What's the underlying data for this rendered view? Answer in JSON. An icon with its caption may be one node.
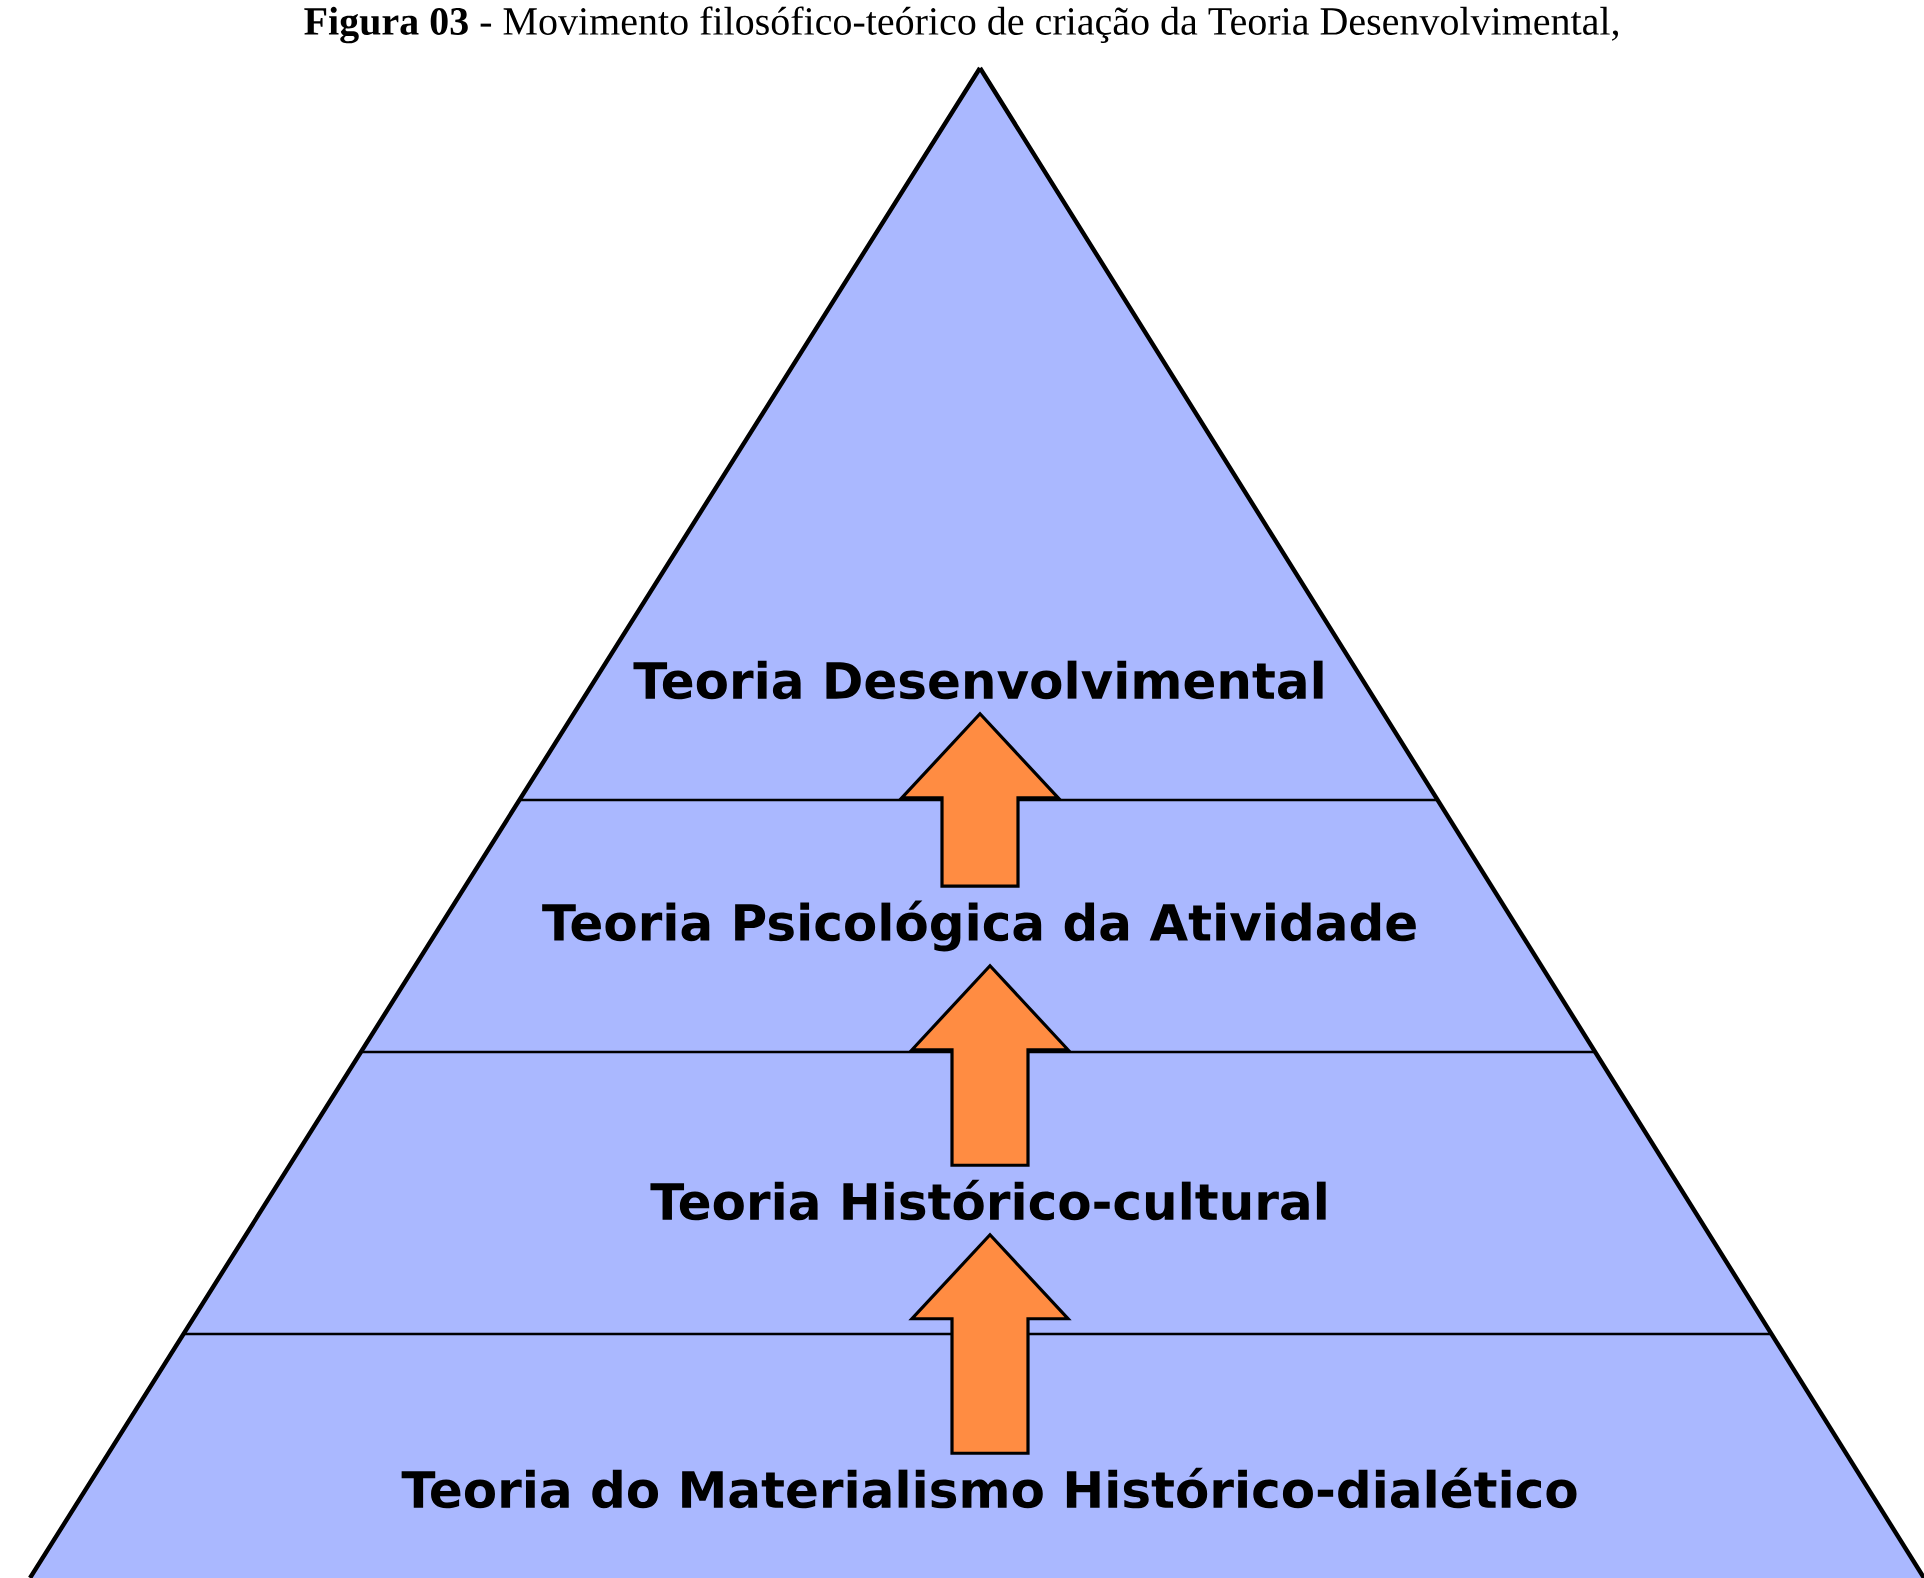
{
  "diagram": {
    "title": "**Figura 03** - Movimento filosófico-teórico de criação da Teoria Desenvolvimental,",
    "nodes": [
      {
        "text": [
          "Teoria Desenvolvimental"
        ]
      },
      {
        "text": [
          "Teoria Psicológica da Atividade"
        ]
      },
      {
        "text": [
          "Teoria Histórico-cultural"
        ]
      },
      {
        "text": [
          "Teoria do Materialismo Histórico-dialético"
        ]
      }
    ],
    "edges": [
      {
        "from": 3,
        "to": 2,
        "arrow": "to"
      },
      {
        "from": 2,
        "to": 1,
        "arrow": "to"
      },
      {
        "from": 1,
        "to": 0,
        "arrow": "to"
      }
    ]
  }
}
